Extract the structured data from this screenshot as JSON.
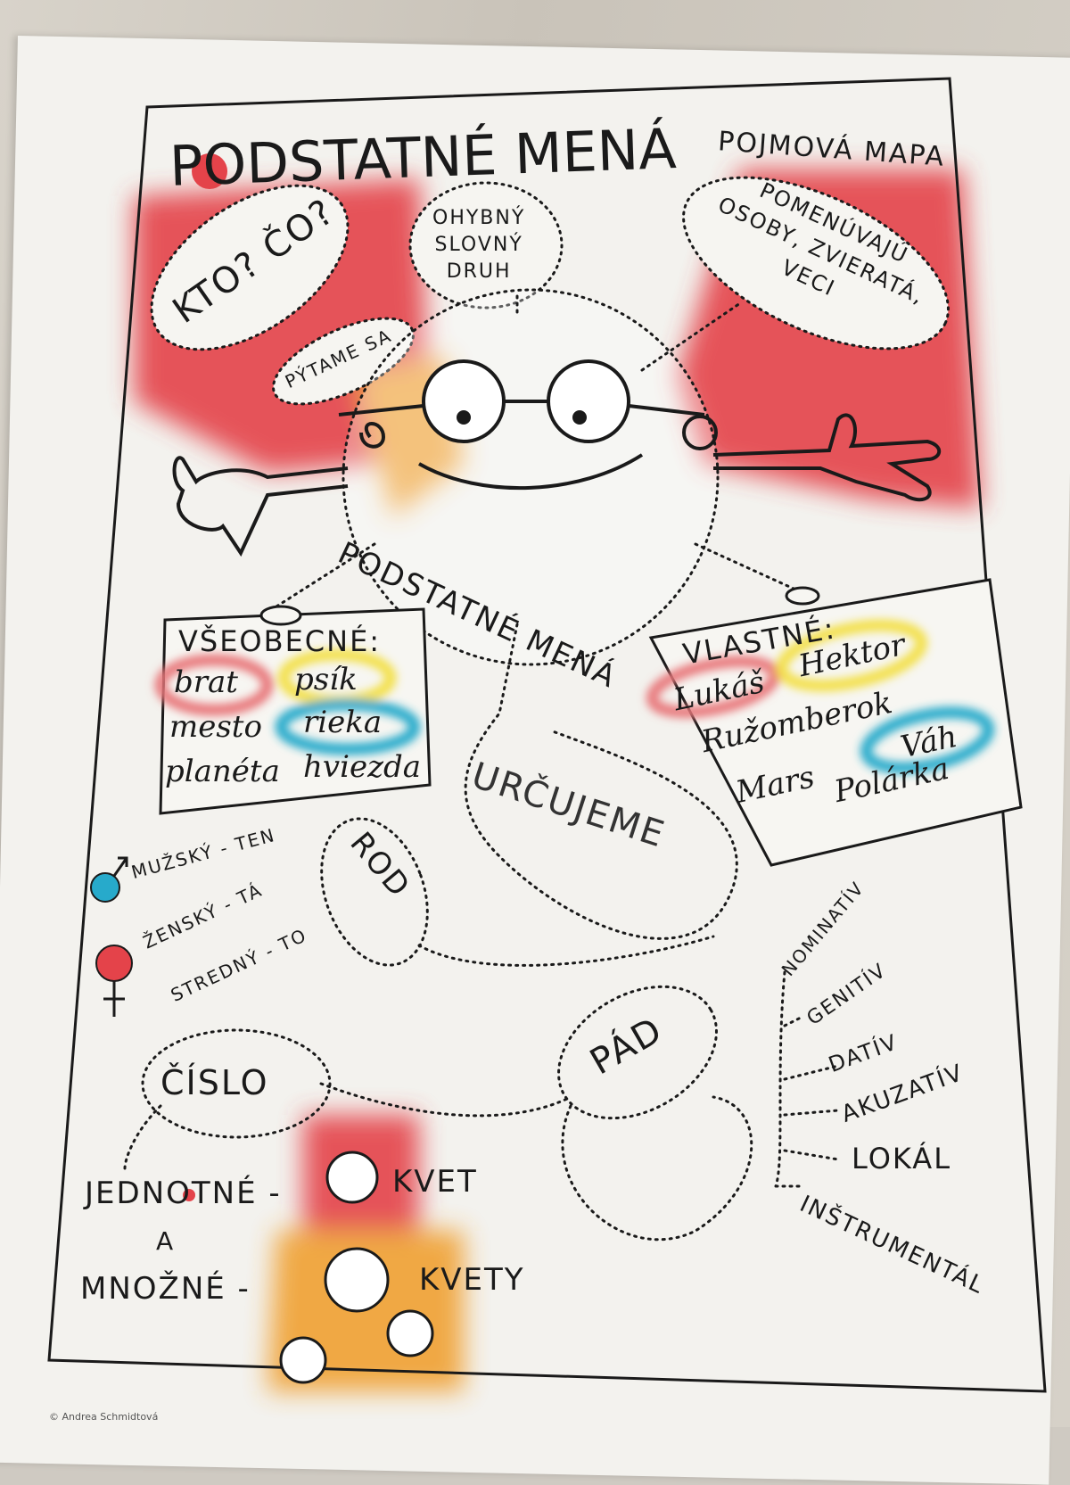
{
  "title": {
    "main": "PODSTATNÉ MENÁ",
    "subtitle": "POJMOVÁ MAPA"
  },
  "bubbles": {
    "question": "KTO? ČO?",
    "ask": "PÝTAME SA",
    "word_class": [
      "OHYBNÝ",
      "SLOVNÝ",
      "DRUH"
    ],
    "meaning": [
      "POMENÚVAJÚ",
      "OSOBY, ZVIERATÁ,",
      "VECI"
    ]
  },
  "center": "PODSTATNÉ MENÁ",
  "common": {
    "heading": "VŠEOBECNÉ:",
    "words": [
      "brat",
      "psík",
      "mesto",
      "rieka",
      "planéta",
      "hviezda"
    ]
  },
  "proper": {
    "heading": "VLASTNÉ:",
    "words": [
      "Lukáš",
      "Hektor",
      "Ružomberok",
      "Váh",
      "Mars",
      "Polárka"
    ]
  },
  "determine": "URČUJEME",
  "gender": {
    "label": "ROD",
    "items": [
      "MUŽSKÝ - TEN",
      "ŽENSKÝ - TÁ",
      "STREDNÝ - TO"
    ]
  },
  "number": {
    "label": "ČÍSLO",
    "singular": "JEDNOTNÉ -",
    "singular_example": "KVET",
    "and": "A",
    "plural": "MNOŽNÉ -",
    "plural_example": "KVETY"
  },
  "case": {
    "label": "PÁD",
    "items": [
      "NOMINATÍV",
      "GENITÍV",
      "DATÍV",
      "AKUZATÍV",
      "LOKÁL",
      "INŠTRUMENTÁL"
    ]
  },
  "footer": "© Andrea Schmidtová",
  "colors": {
    "red": "#e4434a",
    "orange": "#f0a033",
    "yellow": "#f3e04a",
    "blue": "#27aacb"
  }
}
